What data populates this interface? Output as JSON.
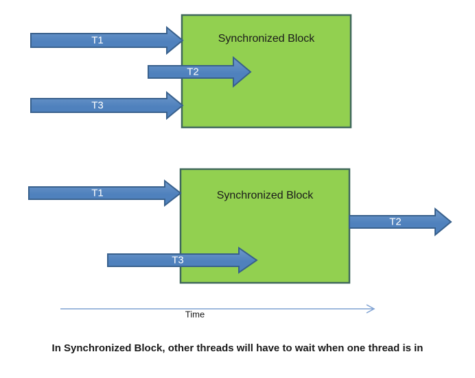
{
  "diagram_top": {
    "block_label": "Synchronized Block",
    "t1": "T1",
    "t2": "T2",
    "t3": "T3"
  },
  "diagram_bottom": {
    "block_label": "Synchronized Block",
    "t1": "T1",
    "t2": "T2",
    "t3": "T3"
  },
  "time_axis": {
    "label": "Time"
  },
  "caption": {
    "text": "In Synchronized Block, other threads will have to wait when one thread is in"
  },
  "colors": {
    "arrow_fill": "#4f81bd",
    "arrow_fill_light": "#6f99cb",
    "arrow_border": "#38608c",
    "block_fill": "#92d050",
    "block_border": "#40685c",
    "axis": "#7da0d2",
    "text": "#1a1a1a",
    "label_text": "#ffffff"
  }
}
